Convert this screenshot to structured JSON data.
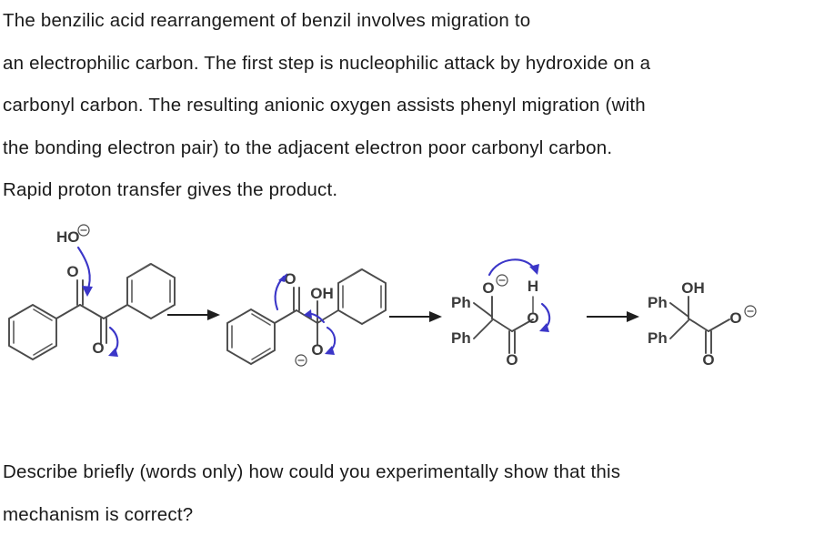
{
  "intro": {
    "lines": [
      "The benzilic acid rearrangement of benzil involves migration to",
      "an electrophilic carbon. The first step is nucleophilic attack by hydroxide on a",
      "carbonyl carbon. The resulting anionic oxygen assists phenyl migration (with",
      "the bonding electron pair) to the adjacent electron poor carbonyl carbon.",
      "Rapid proton transfer gives the product."
    ]
  },
  "question": {
    "lines": [
      "Describe briefly (words only) how could you experimentally show that this",
      "mechanism is correct?"
    ]
  },
  "mechanism": {
    "title": "Benzilic acid rearrangement mechanism",
    "colors": {
      "bond": "#4a4a4a",
      "label": "#3b3b3b",
      "curved_arrow": "#3b36c8",
      "reaction_arrow": "#1f1f1f",
      "background": "#ffffff"
    },
    "steps": [
      {
        "id": "step-1",
        "name": "benzil-plus-hydroxide",
        "labels": [
          {
            "key": "hydroxide",
            "text": "HO",
            "charge": "minus"
          },
          {
            "key": "ketone-oxygen-top",
            "text": "O"
          },
          {
            "key": "ketone-oxygen-bottom",
            "text": "O"
          }
        ],
        "curved_arrows": [
          "hydroxide-to-carbonyl-carbon",
          "carbonyl-pi-to-oxygen"
        ]
      },
      {
        "id": "step-2",
        "name": "tetrahedral-alkoxide-intermediate",
        "labels": [
          {
            "key": "ketone-oxygen",
            "text": "O"
          },
          {
            "key": "hydroxyl",
            "text": "OH"
          },
          {
            "key": "alkoxide-oxygen",
            "text": "O",
            "charge": "minus"
          }
        ],
        "curved_arrows": [
          "alkoxide-lone-pair-to-carbonyl",
          "phenyl-migration",
          "carbonyl-pi-collapse"
        ]
      },
      {
        "id": "step-3",
        "name": "alkoxide-carboxylic-acid-proton-transfer",
        "labels": [
          {
            "key": "phenyl-top",
            "text": "Ph"
          },
          {
            "key": "phenyl-bottom",
            "text": "Ph"
          },
          {
            "key": "alkoxide-oxygen",
            "text": "O",
            "charge": "minus"
          },
          {
            "key": "acid-hydrogen",
            "text": "H"
          },
          {
            "key": "acid-oxygen",
            "text": "O"
          },
          {
            "key": "carbonyl-oxygen",
            "text": "O"
          }
        ],
        "curved_arrows": [
          "alkoxide-to-proton",
          "oh-bond-to-oxygen"
        ]
      },
      {
        "id": "step-4",
        "name": "benzilate-product",
        "labels": [
          {
            "key": "phenyl-top",
            "text": "Ph"
          },
          {
            "key": "phenyl-bottom",
            "text": "Ph"
          },
          {
            "key": "hydroxyl",
            "text": "OH"
          },
          {
            "key": "carboxylate-oxygen",
            "text": "O",
            "charge": "minus"
          },
          {
            "key": "carbonyl-oxygen",
            "text": "O"
          }
        ],
        "curved_arrows": []
      }
    ],
    "reaction_arrows": [
      {
        "id": "reaction-arrow-1",
        "from": "step-1",
        "to": "step-2"
      },
      {
        "id": "reaction-arrow-2",
        "from": "step-2",
        "to": "step-3"
      },
      {
        "id": "reaction-arrow-3",
        "from": "step-3",
        "to": "step-4"
      }
    ]
  }
}
